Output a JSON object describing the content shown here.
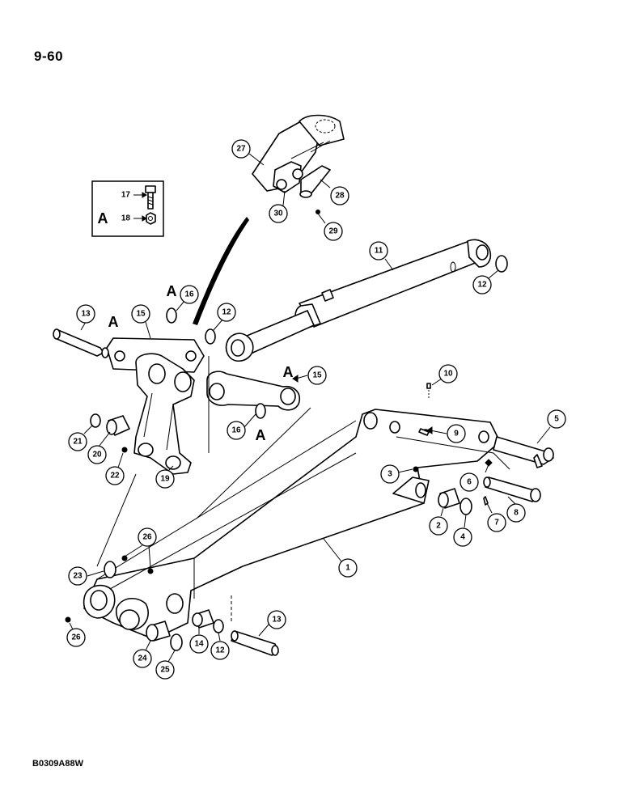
{
  "page_number": "9-60",
  "figure_id": "B0309A88W",
  "detail_box": {
    "letter": "A",
    "items": [
      {
        "label": "17",
        "icon": "bolt-icon"
      },
      {
        "label": "18",
        "icon": "nut-icon"
      }
    ]
  },
  "section_markers": [
    "A",
    "A",
    "A",
    "A"
  ],
  "callouts": [
    "1",
    "2",
    "3",
    "4",
    "5",
    "6",
    "7",
    "8",
    "9",
    "10",
    "11",
    "12",
    "12",
    "12",
    "13",
    "13",
    "14",
    "15",
    "15",
    "16",
    "16",
    "19",
    "20",
    "21",
    "22",
    "23",
    "24",
    "25",
    "26",
    "26",
    "27",
    "28",
    "29",
    "30"
  ]
}
